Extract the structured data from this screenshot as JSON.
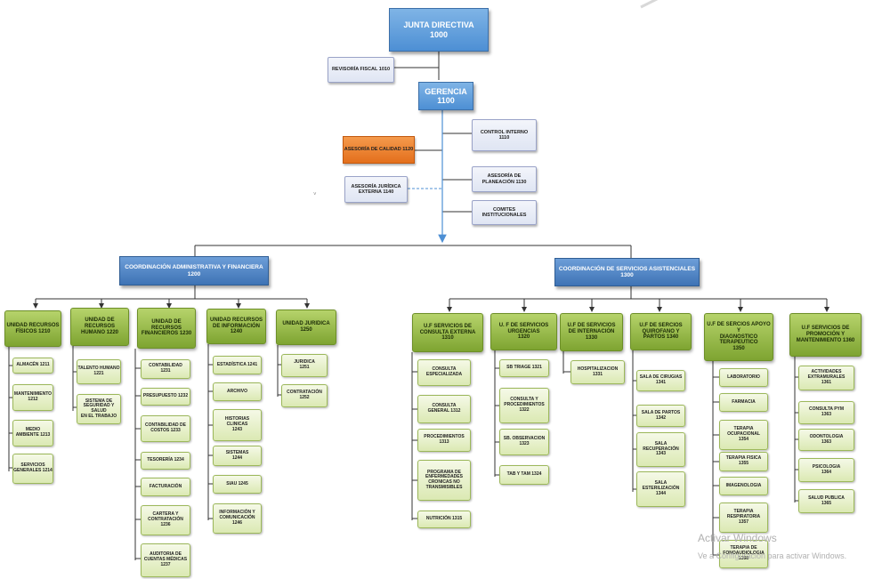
{
  "top": {
    "junta": "JUNTA DIRECTIVA\n1000",
    "revisoria": "REVISORÍA FISCAL   1010",
    "gerencia": "GERENCIA\n1100",
    "control_interno": "CONTROL INTERNO\n1110",
    "asesoria_calidad": "ASESORÍA DE CALIDAD   1120",
    "asesoria_planeacion": "ASESORÍA DE\nPLANEACIÓN   1130",
    "asesoria_juridica": "ASESORÍA JURÍDICA\nEXTERNA  1140",
    "comites": "COMITES\nINSTITUCIONALES"
  },
  "coordinations": {
    "admin": "COORDINACIÓN ADMINISTRATIVA Y FINANCIERA\n1200",
    "asist": "COORDINACIÓN DE SERVICIOS ASISTENCIALES\n1300"
  },
  "units": [
    {
      "label": "UNIDAD RECURSOS\nFÍSICOS        1210",
      "items": [
        "ALMACÉN   1211",
        "MANTENIMIENTO\n1212",
        "MEDIO\nAMBIENTE   1213",
        "SERVICIOS\nGENERALES 1214"
      ]
    },
    {
      "label": "UNIDAD DE\nRECURSOS\nHUMANO     1220",
      "items": [
        "TALENTO HUMANO\n1221",
        "SISTEMA DE\nSEGURIDAD Y SALUD\nEN EL TRABAJO"
      ]
    },
    {
      "label": "UNIDAD DE\nRECURSOS\nFINANCIEROS  1230",
      "items": [
        "CONTABILIDAD\n1231",
        "PRESUPUESTO 1232",
        "CONTABILIDAD DE\nCOSTOS   1233",
        "TESORERÍA      1234",
        "FACTURACIÓN",
        "CARTERA Y\nCONTRATACIÓN\n1236",
        "AUDITORIA DE\nCUENTAS MÉDICAS\n1237"
      ]
    },
    {
      "label": "UNIDAD RECURSOS\nDE INFORMACIÓN\n1240",
      "items": [
        "ESTADÍSTICA 1241",
        "ARCHIVO",
        "HISTORIAS\nCLINICAS\n1243",
        "SISTEMAS\n1244",
        "SIAU             1245",
        "INFORMACIÓN Y\nCOMUNICACIÓN\n1246"
      ]
    },
    {
      "label": "UNIDAD JURIDICA\n1250",
      "items": [
        "JURIDICA\n1251",
        "CONTRATACIÓN\n1252"
      ]
    },
    {
      "label": "U.F SERVICIOS DE\nCONSULTA  EXTERNA\n1310",
      "items": [
        "CONSULTA\nESPECIALIZADA",
        "CONSULTA\nGENERAL       1312",
        "PROCEDIMIENTOS\n1313",
        "PROGRAMA DE\nENFERMEDADES\nCRONICAS NO\nTRANSMISIBLES",
        "NUTRICIÓN     1315"
      ]
    },
    {
      "label": "U. F  DE SERVICIOS\nURGENCIAS\n1320",
      "items": [
        "SB TRIAGE    1321",
        "CONSULTA Y\nPROCEDIMIENTOS\n1322",
        "SB. OBSERVACION\n1323",
        "TAB Y TAM     1324"
      ]
    },
    {
      "label": "U.F DE SERVICIOS\nDE INTERNACIÓN\n1330",
      "items": [
        "HOSPITALIZACION\n1331"
      ]
    },
    {
      "label": "U.F DE SERCIOS\nQUIROFANO Y\nPARTOS      1340",
      "items": [
        "SALA DE CIRUGIAS\n1341",
        "SALA DE PARTOS\n1342",
        "SALA\nRECUPERACIÓN\n1343",
        "SALA\nESTERILIZACIÓN\n1344"
      ]
    },
    {
      "label": "U.F DE SERCIOS  APOYO Y\nDIAGNOSTICO\nTERAPEUTICO\n1350",
      "items": [
        "LABORATORIO",
        "FARMACIA",
        "TERAPIA\nOCUPACIONAL\n1354",
        "TERAPIA FISICA\n1355",
        "IMAGENOLOGIA",
        "TERAPIA\nRESPIRATORIA\n1357",
        "TERAPIA DE\nFONOAUDIOLOGIA\n1358"
      ]
    },
    {
      "label": "U.F SERVICIOS DE\nPROMOCIÓN Y\nMANTENIMIENTO    1360",
      "items": [
        "ACTIVIDADES\nEXTRAMURALES\n1361",
        "CONSULTA PYM\n1363",
        "ODONTOLOGIA\n1363",
        "PSICOLOGIA\n1364",
        "SALUD PUBLICA\n1365"
      ]
    }
  ],
  "watermark": {
    "line1": "Activar Windows",
    "line2": "Ve a Configuración para activar Windows."
  },
  "colors": {
    "blue": "#4d8fd4",
    "green": "#8db33a",
    "orange": "#e8792a",
    "staff": "#e3e8f5"
  }
}
